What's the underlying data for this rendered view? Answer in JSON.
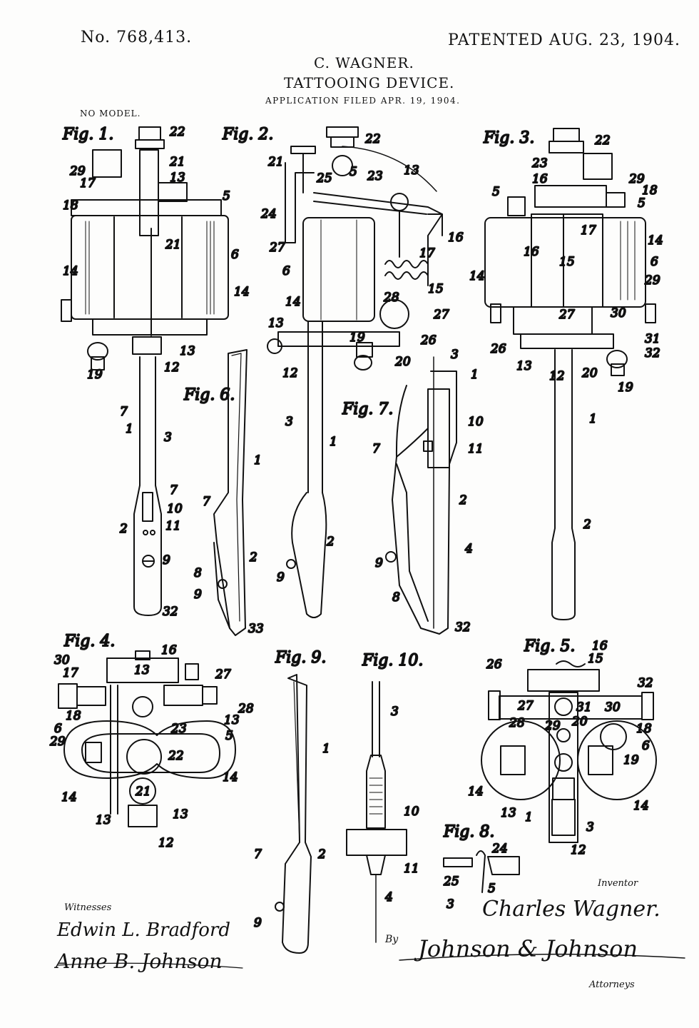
{
  "header": {
    "patent_number": "No. 768,413.",
    "patented": "PATENTED AUG. 23, 1904.",
    "inventor_name": "C. WAGNER.",
    "title": "TATTOOING DEVICE.",
    "application": "APPLICATION FILED APR. 19, 1904.",
    "model": "NO MODEL."
  },
  "figures": {
    "fig1": "Fig. 1.",
    "fig2": "Fig. 2.",
    "fig3": "Fig. 3.",
    "fig4": "Fig. 4.",
    "fig5": "Fig. 5.",
    "fig6": "Fig. 6.",
    "fig7": "Fig. 7.",
    "fig8": "Fig. 8.",
    "fig9": "Fig. 9.",
    "fig10": "Fig. 10."
  },
  "reference_numerals": {
    "n1": "1",
    "n2": "2",
    "n3": "3",
    "n4": "4",
    "n5": "5",
    "n6": "6",
    "n7": "7",
    "n8": "8",
    "n9": "9",
    "n10": "10",
    "n11": "11",
    "n12": "12",
    "n13": "13",
    "n14": "14",
    "n15": "15",
    "n16": "16",
    "n17": "17",
    "n18": "18",
    "n19": "19",
    "n20": "20",
    "n21": "21",
    "n22": "22",
    "n23": "23",
    "n24": "24",
    "n25": "25",
    "n26": "26",
    "n27": "27",
    "n28": "28",
    "n29": "29",
    "n30": "30",
    "n31": "31",
    "n32": "32",
    "n33": "33"
  },
  "signatures": {
    "witnesses_label": "Witnesses",
    "witness1": "Edwin L. Bradford",
    "witness2": "Anne B. Johnson",
    "inventor_label": "Inventor",
    "inventor": "Charles Wagner.",
    "by_label": "By",
    "attorney": "Johnson & Johnson",
    "attorneys_label": "Attorneys"
  },
  "colors": {
    "ink": "#111111",
    "paper": "#fdfdfc"
  }
}
